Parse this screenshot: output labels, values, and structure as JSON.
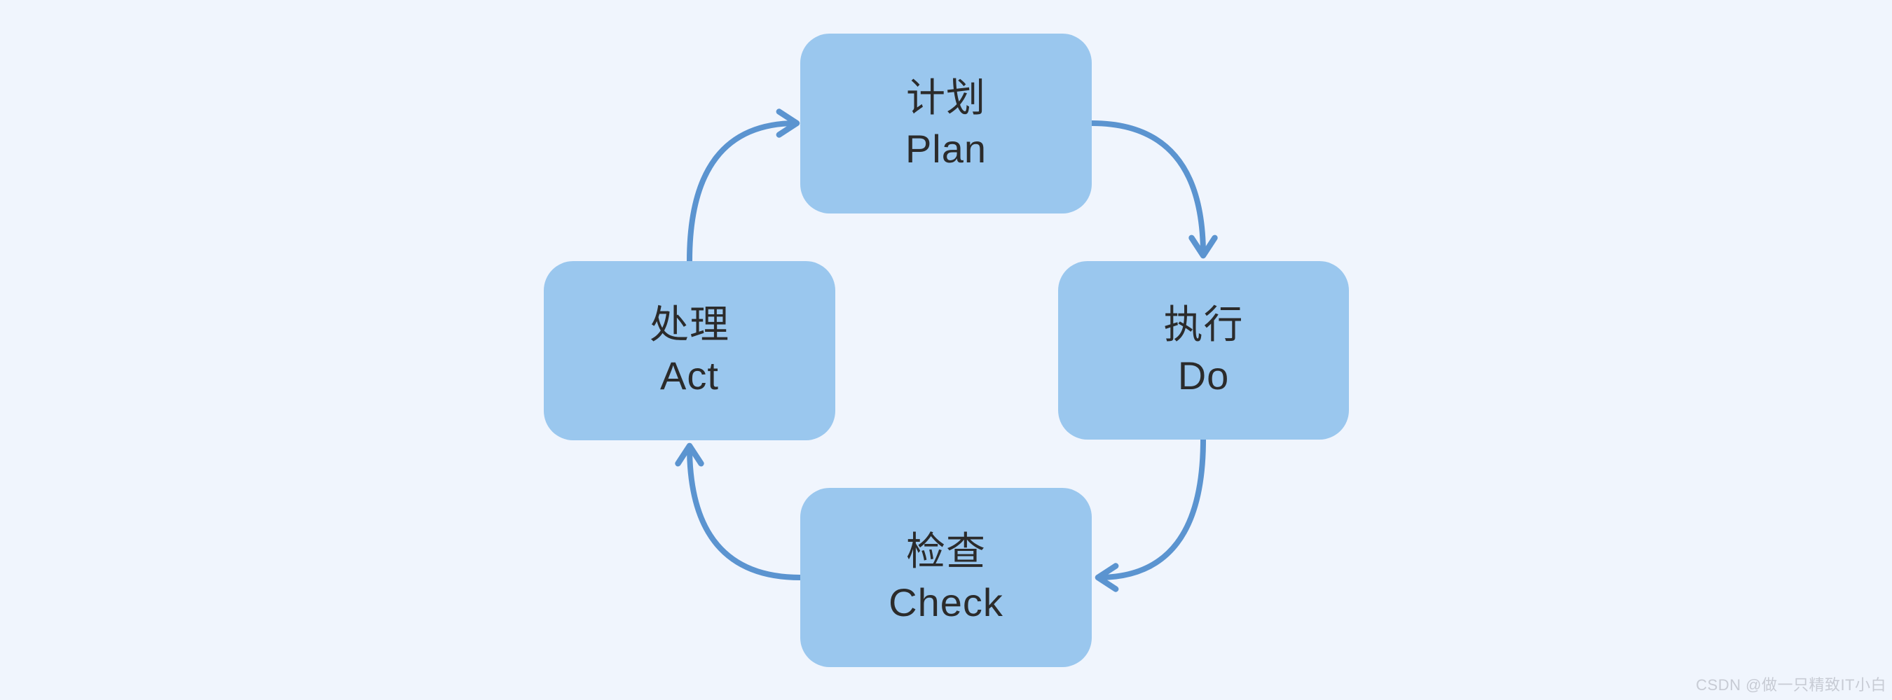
{
  "diagram": {
    "type": "cycle-flowchart",
    "nodes": [
      {
        "id": "plan",
        "zh": "计划",
        "en": "Plan"
      },
      {
        "id": "do",
        "zh": "执行",
        "en": "Do"
      },
      {
        "id": "check",
        "zh": "检查",
        "en": "Check"
      },
      {
        "id": "act",
        "zh": "处理",
        "en": "Act"
      }
    ],
    "edges": [
      {
        "from": "plan",
        "to": "do"
      },
      {
        "from": "do",
        "to": "check"
      },
      {
        "from": "check",
        "to": "act"
      },
      {
        "from": "act",
        "to": "plan"
      }
    ],
    "colors": {
      "background": "#F0F5FD",
      "node-fill": "#9AC7EE",
      "arrow": "#5B94D0",
      "text": "#2B2B2B",
      "watermark": "#C7CBD4"
    }
  },
  "watermark": {
    "text": "CSDN @做一只精致IT小白"
  }
}
